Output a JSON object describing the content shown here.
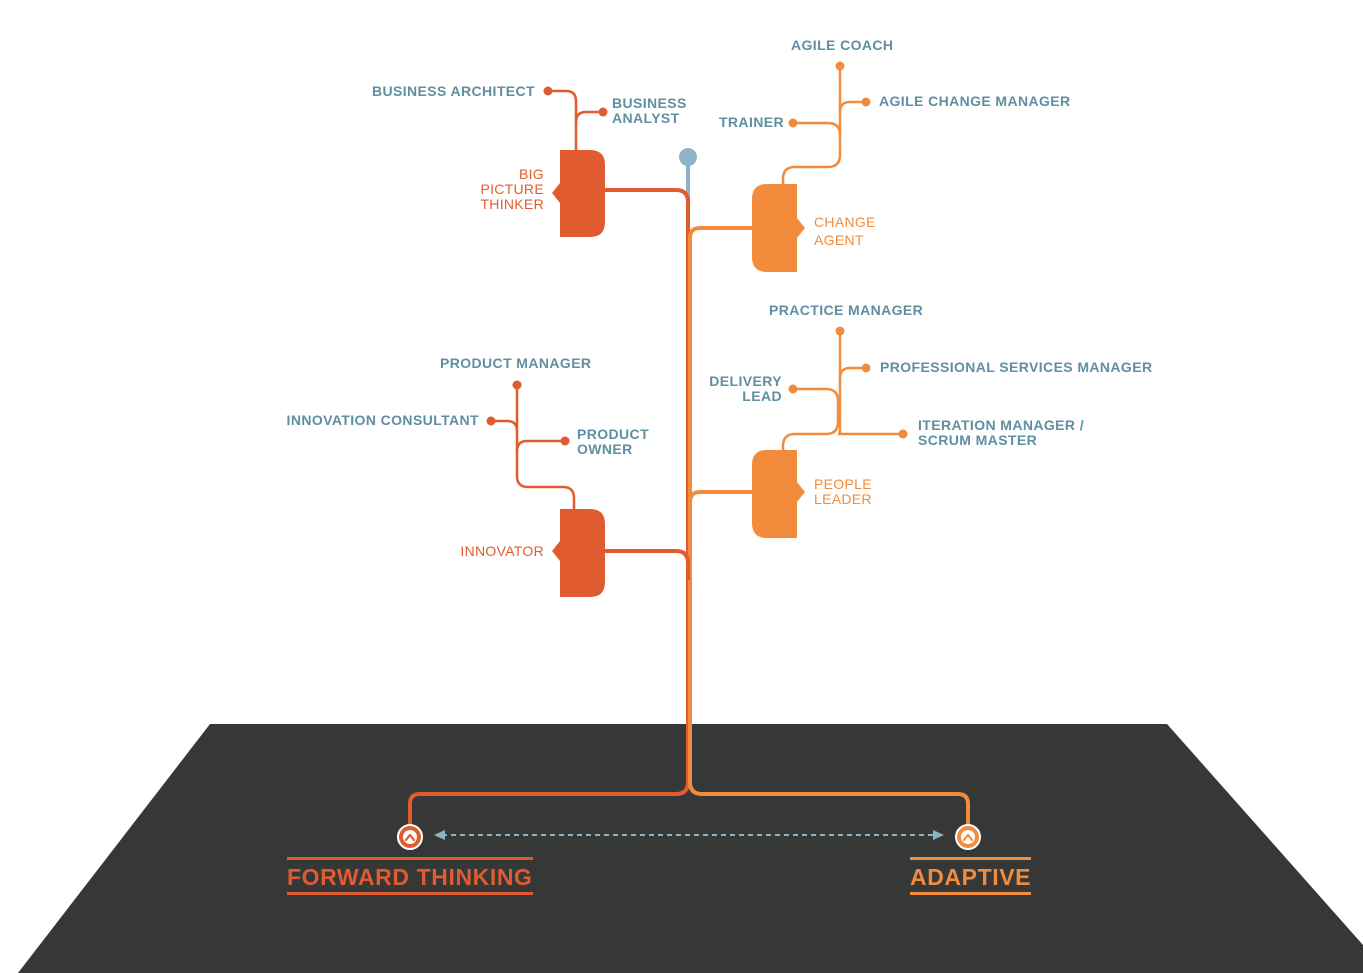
{
  "colors": {
    "forward": "#e05c30",
    "adaptive": "#f28c3c",
    "role_text": "#5f8fa0",
    "trunk_top": "#8fb3c6",
    "ground": "#363737",
    "dashed_arrow": "#8fb3c6"
  },
  "archetypes": {
    "big_picture_thinker": [
      "BIG",
      "PICTURE",
      "THINKER"
    ],
    "innovator": [
      "INNOVATOR"
    ],
    "change_agent": [
      "CHANGE",
      "AGENT"
    ],
    "people_leader": [
      "PEOPLE",
      "LEADER"
    ]
  },
  "roles": {
    "business_architect": [
      "BUSINESS ARCHITECT"
    ],
    "business_analyst": [
      "BUSINESS",
      "ANALYST"
    ],
    "product_manager": [
      "PRODUCT MANAGER"
    ],
    "innovation_consultant": [
      "INNOVATION CONSULTANT"
    ],
    "product_owner": [
      "PRODUCT",
      "OWNER"
    ],
    "agile_coach": [
      "AGILE COACH"
    ],
    "agile_change_manager": [
      "AGILE CHANGE MANAGER"
    ],
    "trainer": [
      "TRAINER"
    ],
    "practice_manager": [
      "PRACTICE MANAGER"
    ],
    "professional_services_manager": [
      "PROFESSIONAL SERVICES MANAGER"
    ],
    "delivery_lead": [
      "DELIVERY",
      "LEAD"
    ],
    "iteration_manager": [
      "ITERATION MANAGER /",
      "SCRUM MASTER"
    ]
  },
  "bottom": {
    "left": "FORWARD THINKING",
    "right": "ADAPTIVE"
  }
}
